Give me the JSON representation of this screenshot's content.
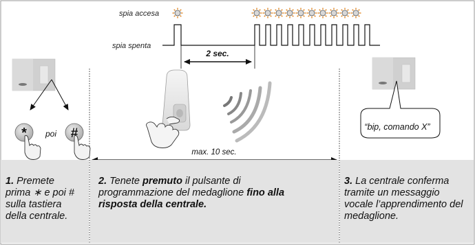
{
  "diagram": {
    "led_on_label": "spia accesa",
    "led_off_label": "spia spenta",
    "interval_label": "2 sec.",
    "max_time_label": "max. 10 sec.",
    "poi_label": "poi",
    "speech_bubble": "“bip, comando X”",
    "key_star": "*",
    "key_hash": "#",
    "led_indicators_count": 11
  },
  "steps": [
    {
      "number": "1.",
      "parts": [
        {
          "text": "Premete prima ∗ e poi # sulla tastiera della centrale.",
          "bold": false
        }
      ]
    },
    {
      "number": "2.",
      "parts": [
        {
          "text": "Tenete ",
          "bold": false
        },
        {
          "text": "premuto",
          "bold": true
        },
        {
          "text": " il pulsante di programmazione del medaglione ",
          "bold": false
        },
        {
          "text": "fino alla risposta della centrale.",
          "bold": true
        }
      ]
    },
    {
      "number": "3.",
      "parts": [
        {
          "text": "La centrale conferma tramite un messaggio vocale l’apprendimento del medaglione.",
          "bold": false
        }
      ]
    }
  ],
  "colors": {
    "panel": "#e3e3e3",
    "led_fill": "#d8d8d8",
    "led_spark": "#e08a2a",
    "key_fill": "#cfcfcf"
  }
}
